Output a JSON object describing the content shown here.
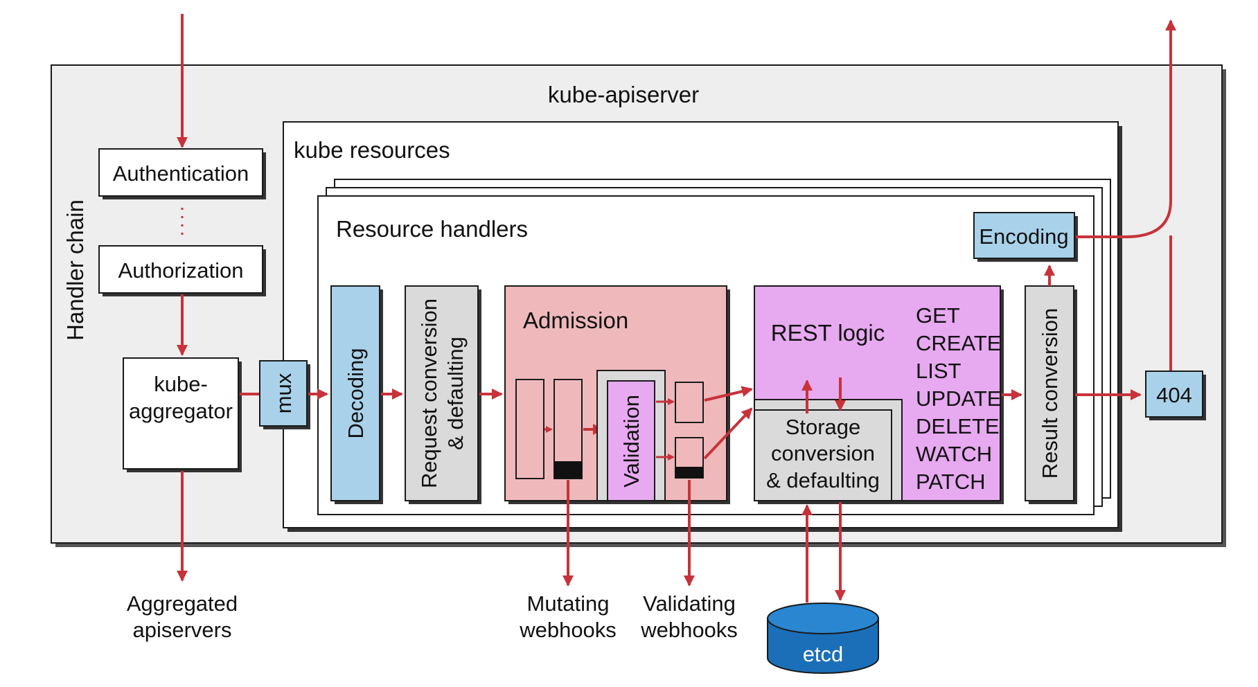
{
  "colors": {
    "arrow": "#c8323a",
    "outer_bg": "#eeeeee",
    "decode_blue": "#a9d2ea",
    "gray_box": "#dadada",
    "admission_pink": "#efb9bb",
    "validation_violet": "#e7a9f0",
    "rest_violet": "#e7a9f0",
    "etcd_blue": "#1a6fb8",
    "stroke": "#1a1a1a"
  },
  "diagram": {
    "apiserver_title": "kube-apiserver",
    "handler_chain_label": "Handler chain",
    "authentication_label": "Authentication",
    "ellipsis": "⋮",
    "authorization_label": "Authorization",
    "aggregator_line1": "kube-",
    "aggregator_line2": "aggregator",
    "mux_label": "mux",
    "kube_resources_label": "kube resources",
    "resource_handlers_label": "Resource handlers",
    "decoding_label": "Decoding",
    "request_conversion_line1": "Request conversion",
    "request_conversion_line2": "& defaulting",
    "admission_label": "Admission",
    "validation_label": "Validation",
    "rest_logic_label": "REST logic",
    "verbs": [
      "GET",
      "CREATE",
      "LIST",
      "UPDATE",
      "DELETE",
      "WATCH",
      "PATCH"
    ],
    "storage_line1": "Storage",
    "storage_line2": "conversion",
    "storage_line3": "& defaulting",
    "result_conversion_label": "Result conversion",
    "encoding_label": "Encoding",
    "not_found_label": "404",
    "aggregated_line1": "Aggregated",
    "aggregated_line2": "apiservers",
    "mutating_line1": "Mutating",
    "mutating_line2": "webhooks",
    "validating_line1": "Validating",
    "validating_line2": "webhooks",
    "etcd_label": "etcd"
  }
}
